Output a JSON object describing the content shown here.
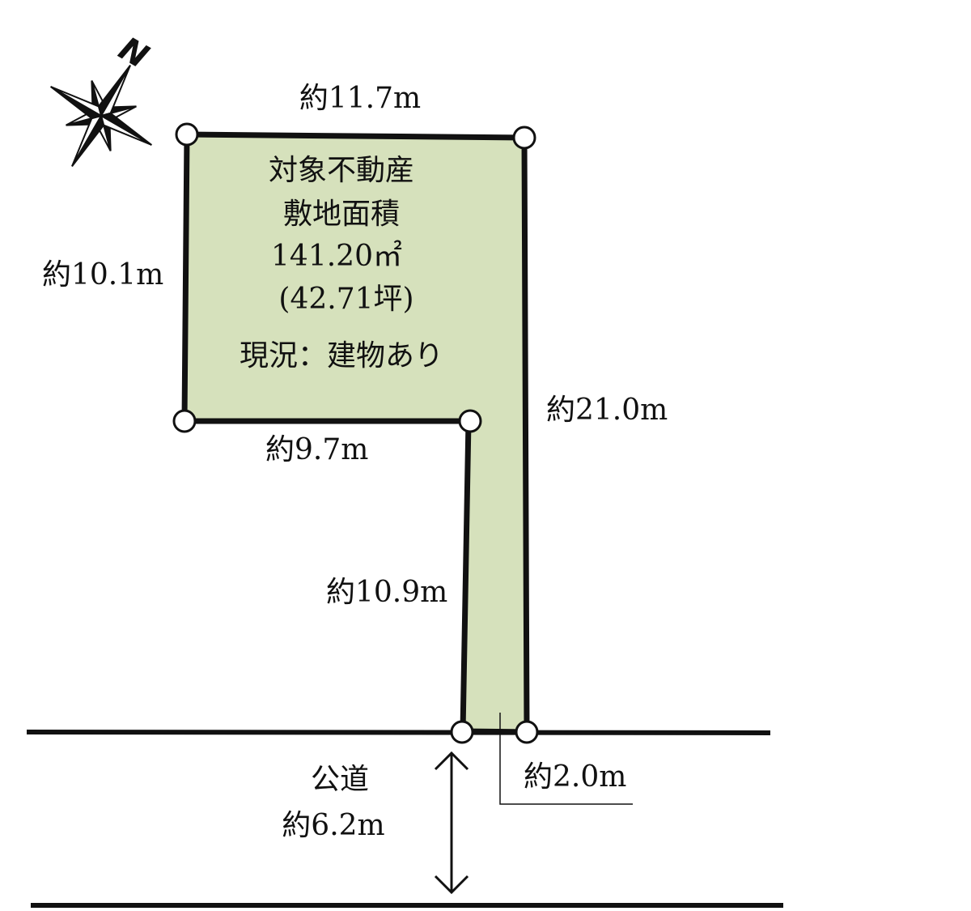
{
  "compass": {
    "north_label": "N"
  },
  "plot": {
    "title_line1": "対象不動産",
    "title_line2": "敷地面積",
    "area_sqm": "141.20㎡",
    "area_tsubo": "(42.71坪)",
    "status": "現況：建物あり",
    "fill_color": "#d6e1bc"
  },
  "dimensions": {
    "top": "約11.7m",
    "left": "約10.1m",
    "right": "約21.0m",
    "inner_bottom": "約9.7m",
    "inner_left": "約10.9m",
    "frontage": "約2.0m"
  },
  "road": {
    "label": "公道",
    "width": "約6.2m"
  }
}
